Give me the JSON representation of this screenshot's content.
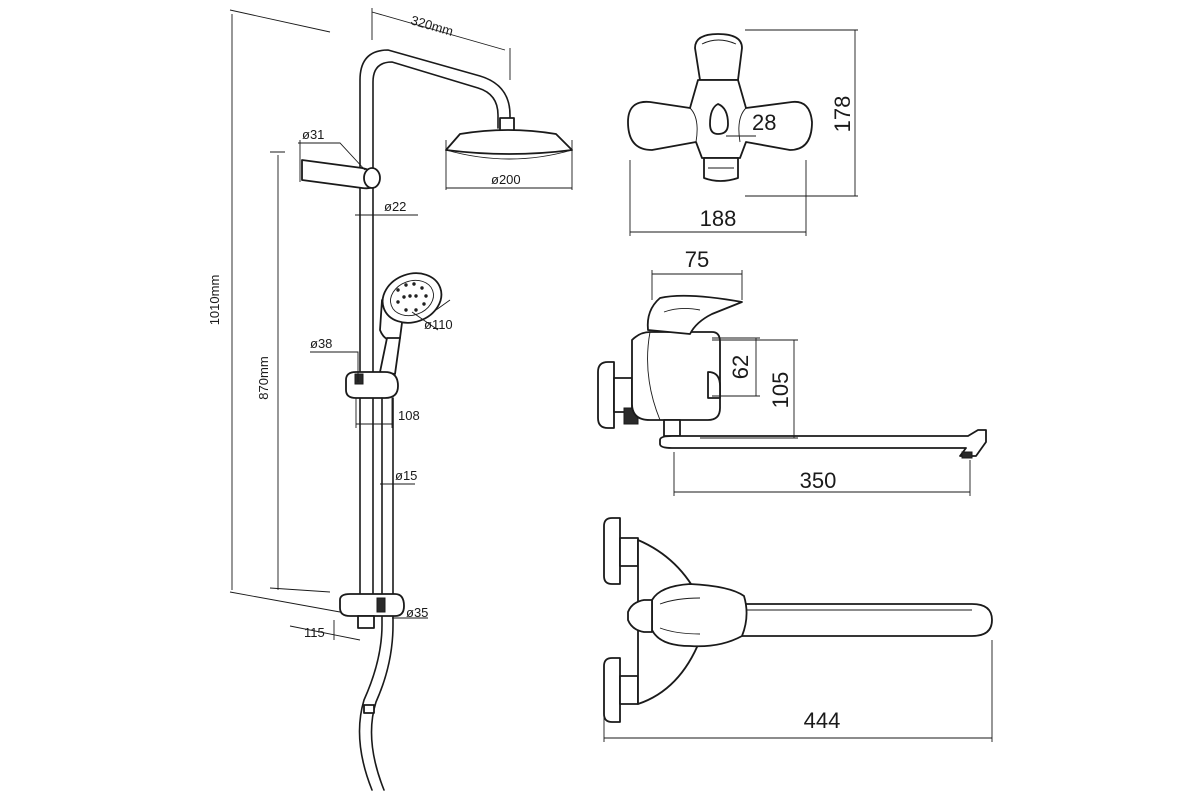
{
  "shower_set": {
    "arm_reach": "320mm",
    "bracket_diameter": "ø31",
    "head_diameter": "ø200",
    "pipe_diameter": "ø22",
    "total_height": "1010mm",
    "hand_shower_diameter": "ø110",
    "holder_diameter": "ø38",
    "holder_depth": "108",
    "slide_height": "870mm",
    "hose_diameter": "ø15",
    "lower_bracket_diameter": "ø35",
    "wall_offset": "115"
  },
  "mixer_front": {
    "height": "178",
    "handle_width": "28",
    "width": "188"
  },
  "mixer_side": {
    "lever_depth": "75",
    "outlet_height": "62",
    "body_height": "105",
    "spout_reach": "350"
  },
  "mixer_top": {
    "total_length": "444"
  }
}
